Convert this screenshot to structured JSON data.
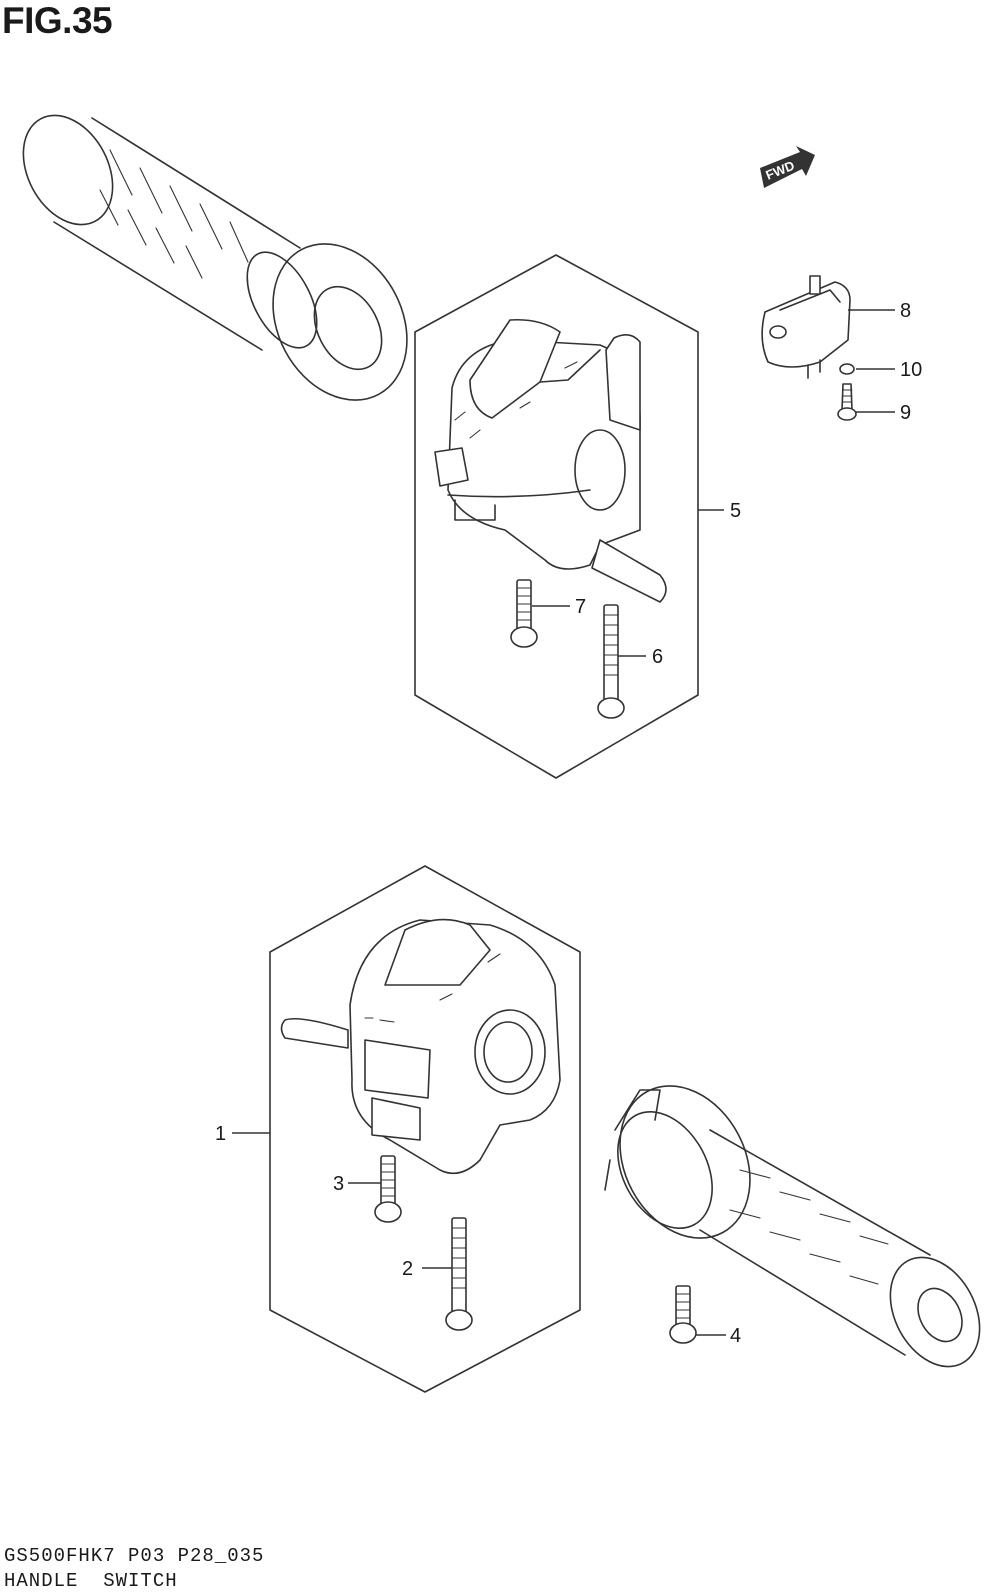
{
  "figure": {
    "title": "FIG.35",
    "direction_badge": "FWD",
    "footer_code": "GS500FHK7 P03 P28_035",
    "footer_name": "HANDLE  SWITCH"
  },
  "callouts": [
    {
      "id": "1",
      "label": "1"
    },
    {
      "id": "2",
      "label": "2"
    },
    {
      "id": "3",
      "label": "3"
    },
    {
      "id": "4",
      "label": "4"
    },
    {
      "id": "5",
      "label": "5"
    },
    {
      "id": "6",
      "label": "6"
    },
    {
      "id": "7",
      "label": "7"
    },
    {
      "id": "8",
      "label": "8"
    },
    {
      "id": "9",
      "label": "9"
    },
    {
      "id": "10",
      "label": "10"
    }
  ]
}
